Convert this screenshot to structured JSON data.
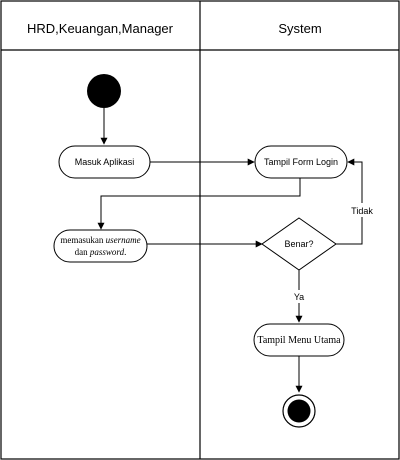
{
  "lanes": [
    {
      "title": "HRD,Keuangan,Manager"
    },
    {
      "title": "System"
    }
  ],
  "nodes": {
    "masuk": "Masuk Aplikasi",
    "form_login": "Tampil Form Login",
    "memasukan_prefix": "memasukan ",
    "memasukan_username": "username",
    "memasukan_dan": "dan ",
    "memasukan_password": "password",
    "memasukan_suffix": ".",
    "benar": "Benar?",
    "menu": "Tampil Menu Utama"
  },
  "edges": {
    "tidak": "Tidak",
    "ya": "Ya"
  }
}
